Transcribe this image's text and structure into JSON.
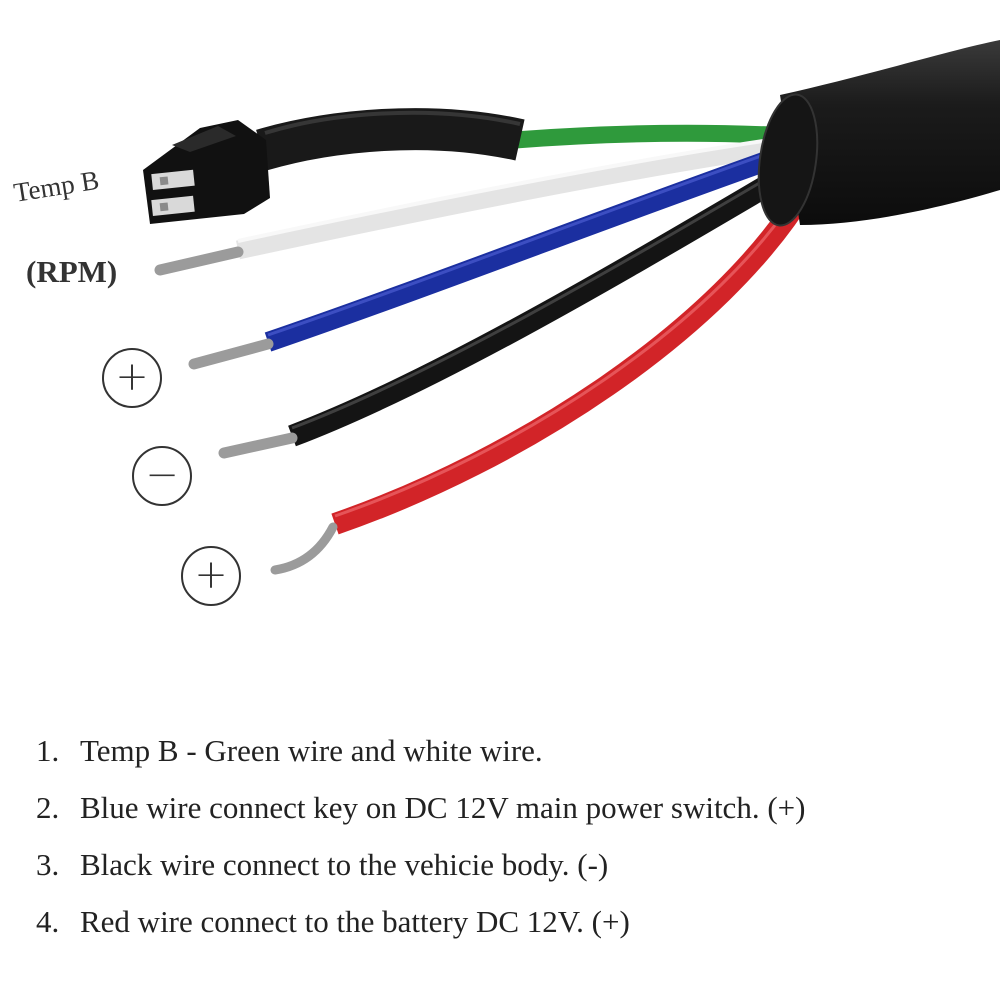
{
  "labels": {
    "temp_b": "Temp B",
    "rpm": "(RPM)",
    "blue_symbol": "+",
    "black_symbol": "−",
    "red_symbol": "+"
  },
  "wire_colors": {
    "green": "#2f9a3c",
    "white": "#e6e6e6",
    "blue": "#1b2fa0",
    "black": "#141414",
    "red": "#d22428",
    "sheath": "#1a1a1a"
  },
  "instructions": [
    {
      "number": "1.",
      "text": "Temp B - Green wire and white wire."
    },
    {
      "number": "2.",
      "text": "Blue wire connect key on DC 12V main power switch. (+)"
    },
    {
      "number": "3.",
      "text": "Black wire connect to the vehicie body. (-)"
    },
    {
      "number": "4.",
      "text": "Red wire connect to the battery DC 12V. (+)"
    }
  ]
}
